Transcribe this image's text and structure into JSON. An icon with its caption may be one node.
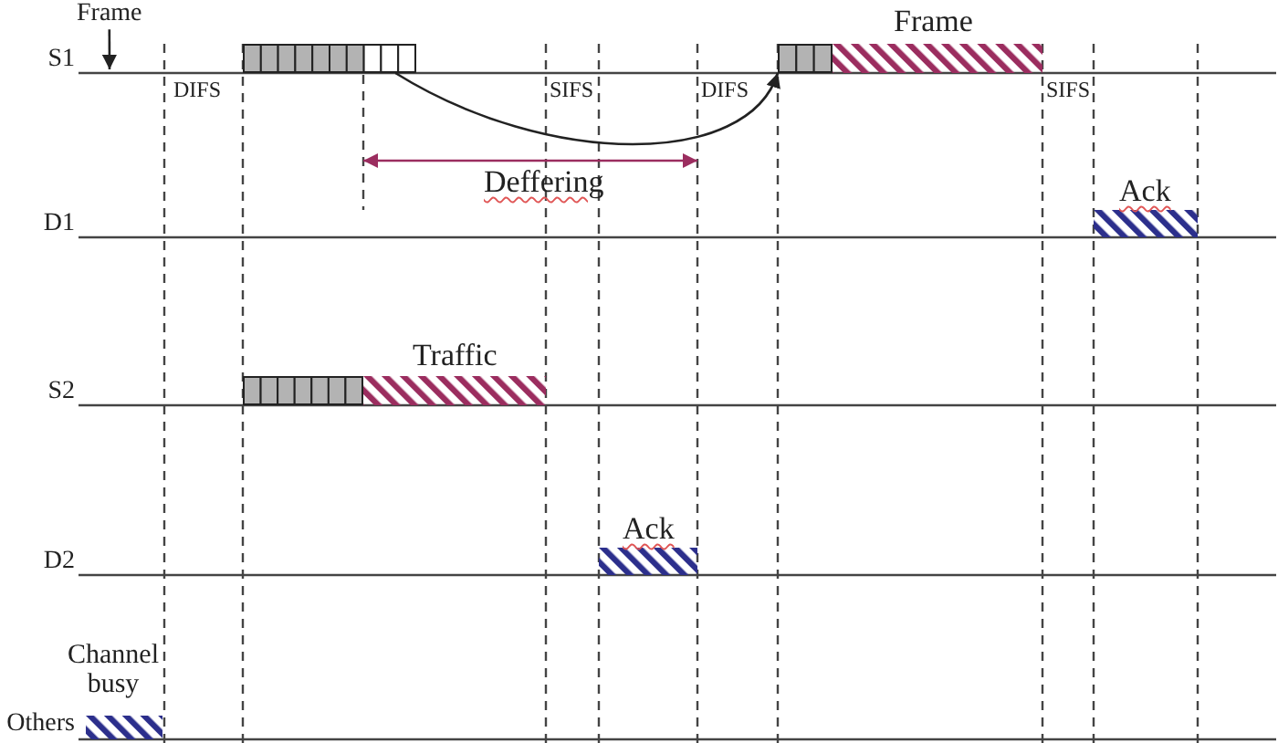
{
  "diagram": {
    "nodes": [
      {
        "text": [
          "Frame"
        ]
      },
      {
        "text": [],
        "shape": "bar"
      },
      {
        "text": [],
        "shape": "bar"
      },
      {
        "text": [
          "Frame"
        ]
      },
      {
        "text": [
          "Ack"
        ]
      },
      {
        "text": [],
        "shape": "bar"
      },
      {
        "text": [
          "Traffic"
        ]
      },
      {
        "text": [
          "Ack"
        ]
      },
      {
        "text": [
          "Channel busy"
        ]
      }
    ],
    "edges": [
      {
        "from": 0,
        "to": null,
        "arrow": "to"
      },
      {
        "from": 1,
        "to": 2,
        "arrow": "to"
      }
    ],
    "labels": [
      "S1",
      "DIFS",
      "SIFS",
      "DIFS",
      "SIFS",
      "Deffering",
      "D1",
      "S2",
      "D2",
      "Others"
    ]
  }
}
